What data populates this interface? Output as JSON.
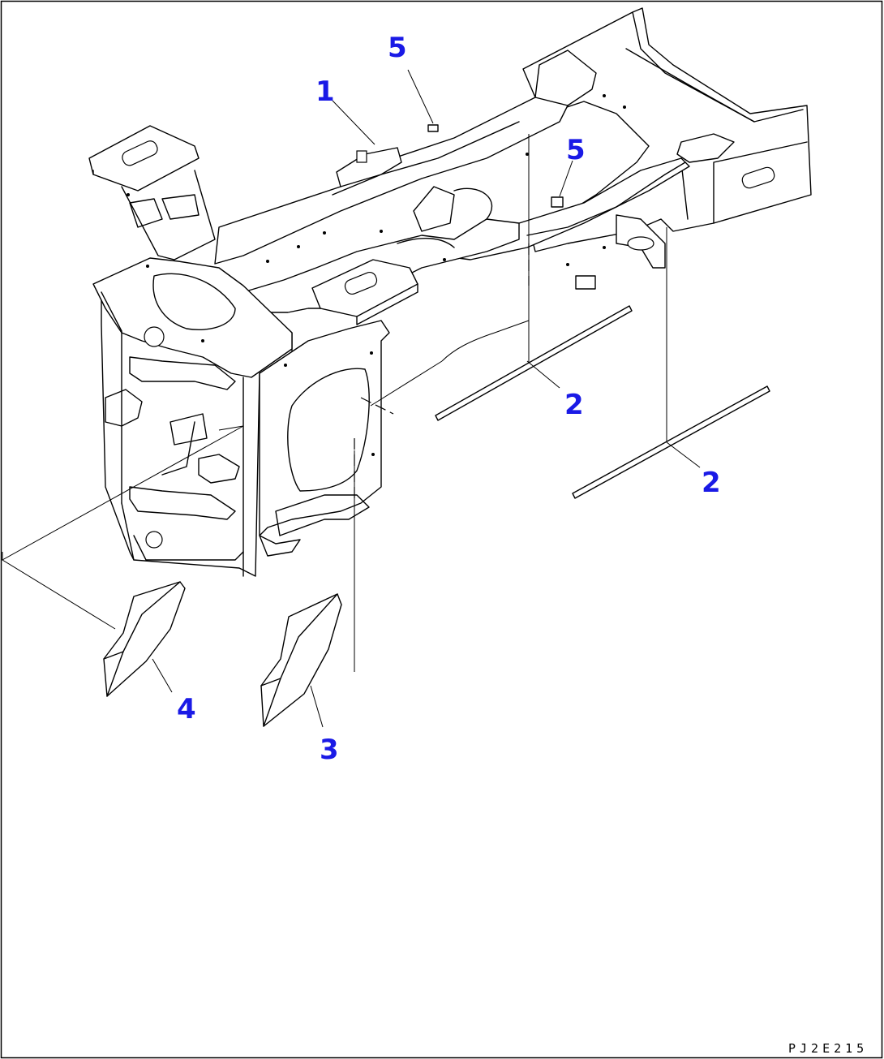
{
  "callouts": {
    "c1": "1",
    "c2a": "2",
    "c2b": "2",
    "c3": "3",
    "c4": "4",
    "c5a": "5",
    "c5b": "5"
  },
  "drawing_code": "PJ2E215",
  "colors": {
    "callout": "#1a1ae6",
    "line": "#000000",
    "background": "#ffffff"
  }
}
